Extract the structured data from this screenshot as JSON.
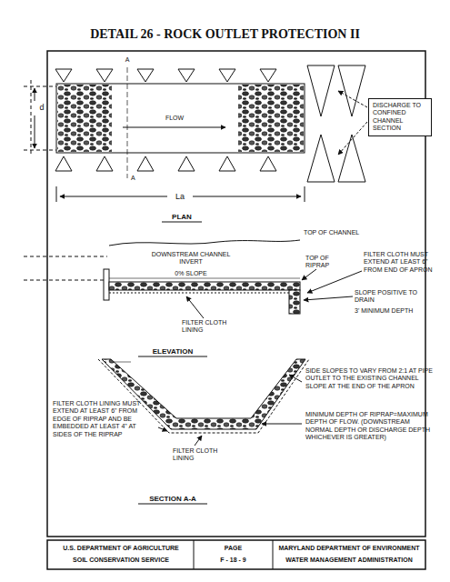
{
  "diagram": {
    "title": "DETAIL 26 - ROCK OUTLET PROTECTION II",
    "nodes": [
      {
        "text": [
          "DISCHARGE TO CONFINED CHANNEL SECTION"
        ]
      }
    ],
    "labels": [
      "A",
      "d",
      "FLOW",
      "A",
      "La",
      "PLAN",
      "TOP OF CHANNEL",
      "DOWNSTREAM CHANNEL INVERT",
      "0% SLOPE",
      "TOP OF RIPRAP",
      "FILTER CLOTH MUST EXTEND AT LEAST 6\" FROM END OF APRON",
      "SLOPE POSITIVE TO DRAIN",
      "3' MINIMUM DEPTH",
      "FILTER CLOTH LINING",
      "ELEVATION",
      "SIDE SLOPES TO VARY FROM 2:1 AT PIPE OUTLET TO THE EXISTING CHANNEL SLOPE AT THE END OF THE APRON",
      "MINIMUM DEPTH OF RIPRAP=MAXIMUM DEPTH OF FLOW. (DOWNSTREAM NORMAL DEPTH OR DISCHARGE DEPTH WHICHEVER IS GREATER)",
      "FILTER CLOTH LINING MUST EXTEND AT LEAST 6\" FROM EDGE OF RIPRAP AND BE EMBEDDED AT LEAST 4\" AT SIDES OF THE RIPRAP",
      "FILTER CLOTH LINING",
      "SECTION A-A",
      "U.S. DEPARTMENT OF AGRICULTURE",
      "SOIL CONSERVATION SERVICE",
      "PAGE",
      "F - 18 - 9",
      "MARYLAND DEPARTMENT OF ENVIRONMENT",
      "WATER MANAGEMENT ADMINISTRATION"
    ]
  }
}
